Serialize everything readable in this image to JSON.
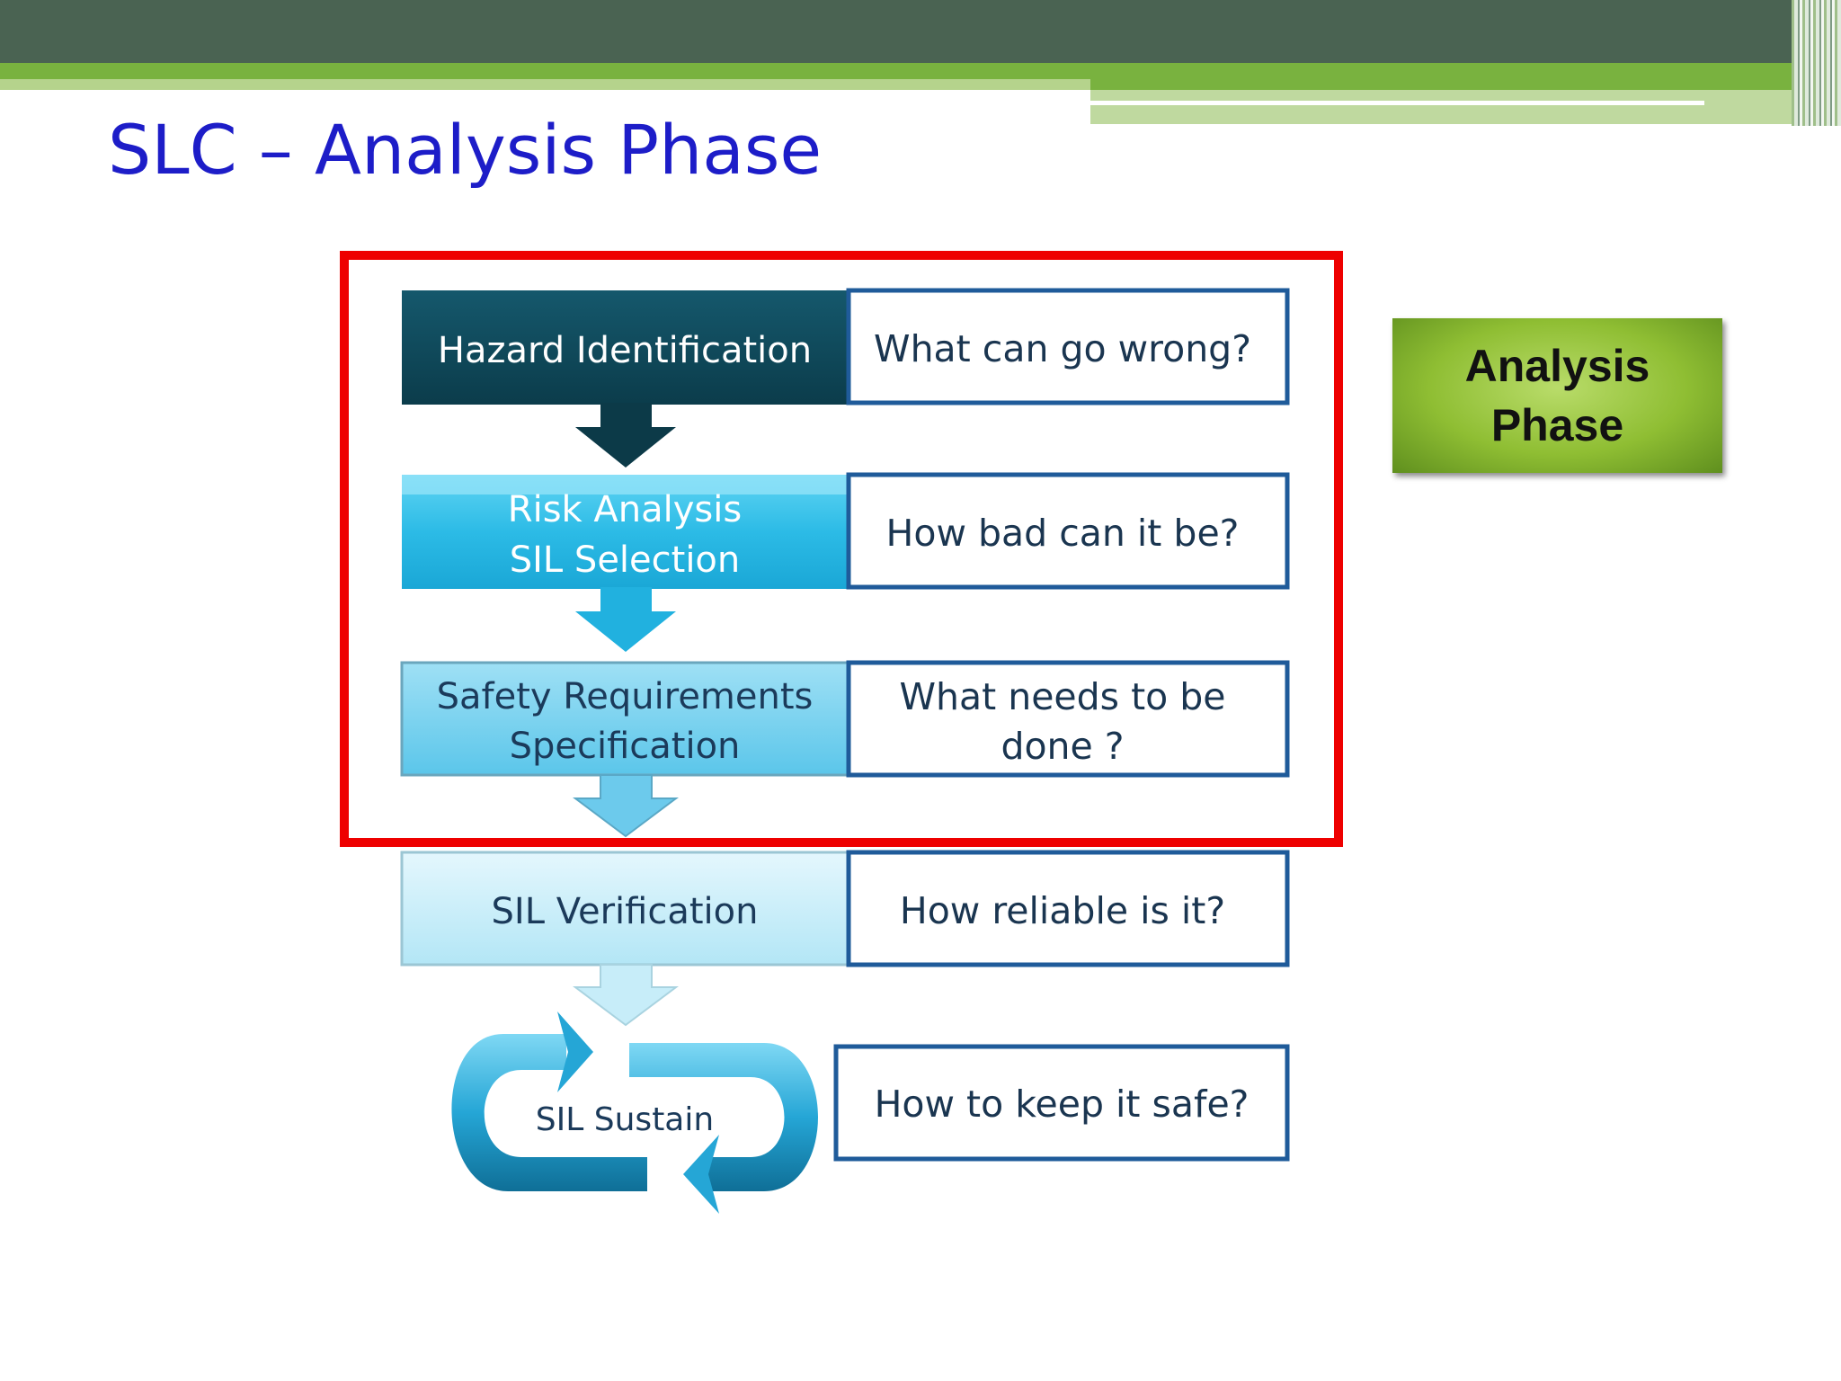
{
  "title": "SLC – Analysis Phase",
  "badge": {
    "line1": "Analysis",
    "line2": "Phase"
  },
  "steps": [
    {
      "label_lines": [
        "Hazard Identification"
      ],
      "question_lines": [
        "What can go wrong?"
      ]
    },
    {
      "label_lines": [
        "Risk Analysis",
        "SIL Selection"
      ],
      "question_lines": [
        "How bad can it be?"
      ]
    },
    {
      "label_lines": [
        "Safety Requirements",
        "Specification"
      ],
      "question_lines": [
        "What needs to be",
        "done ?"
      ]
    },
    {
      "label_lines": [
        "SIL Verification"
      ],
      "question_lines": [
        "How reliable is it?"
      ]
    },
    {
      "label_lines": [
        "SIL Sustain"
      ],
      "question_lines": [
        "How to keep it safe?"
      ]
    }
  ],
  "colors": {
    "highlight_border": "#ee0000",
    "step1_fill": "#0f4a5c",
    "step2_fill": "#27b7e3",
    "step3_fill": "#6fd0ee",
    "step4_fill": "#bfeaf7",
    "question_border": "#1f5b9a"
  }
}
